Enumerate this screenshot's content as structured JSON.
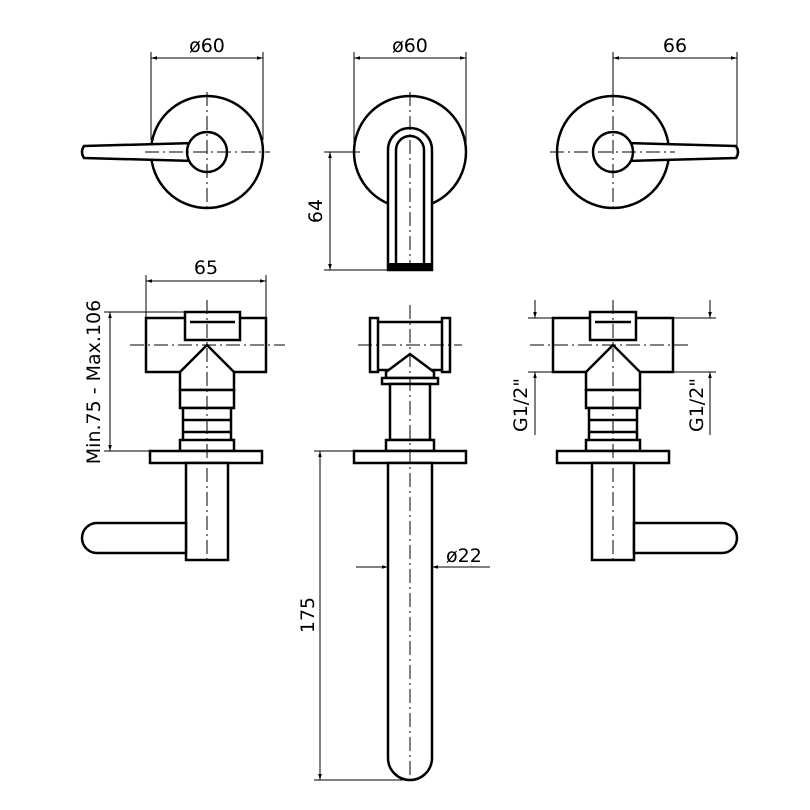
{
  "dimensions": {
    "left_rosette_diameter": "ø60",
    "spout_rosette_diameter": "ø60",
    "right_lever_reach": "66",
    "spout_height": "64",
    "body_width": "65",
    "wall_depth_range": "Min.75 - Max.106",
    "spout_diameter": "ø22",
    "spout_projection": "175",
    "left_thread": "G1/2\"",
    "right_thread": "G1/2\""
  }
}
